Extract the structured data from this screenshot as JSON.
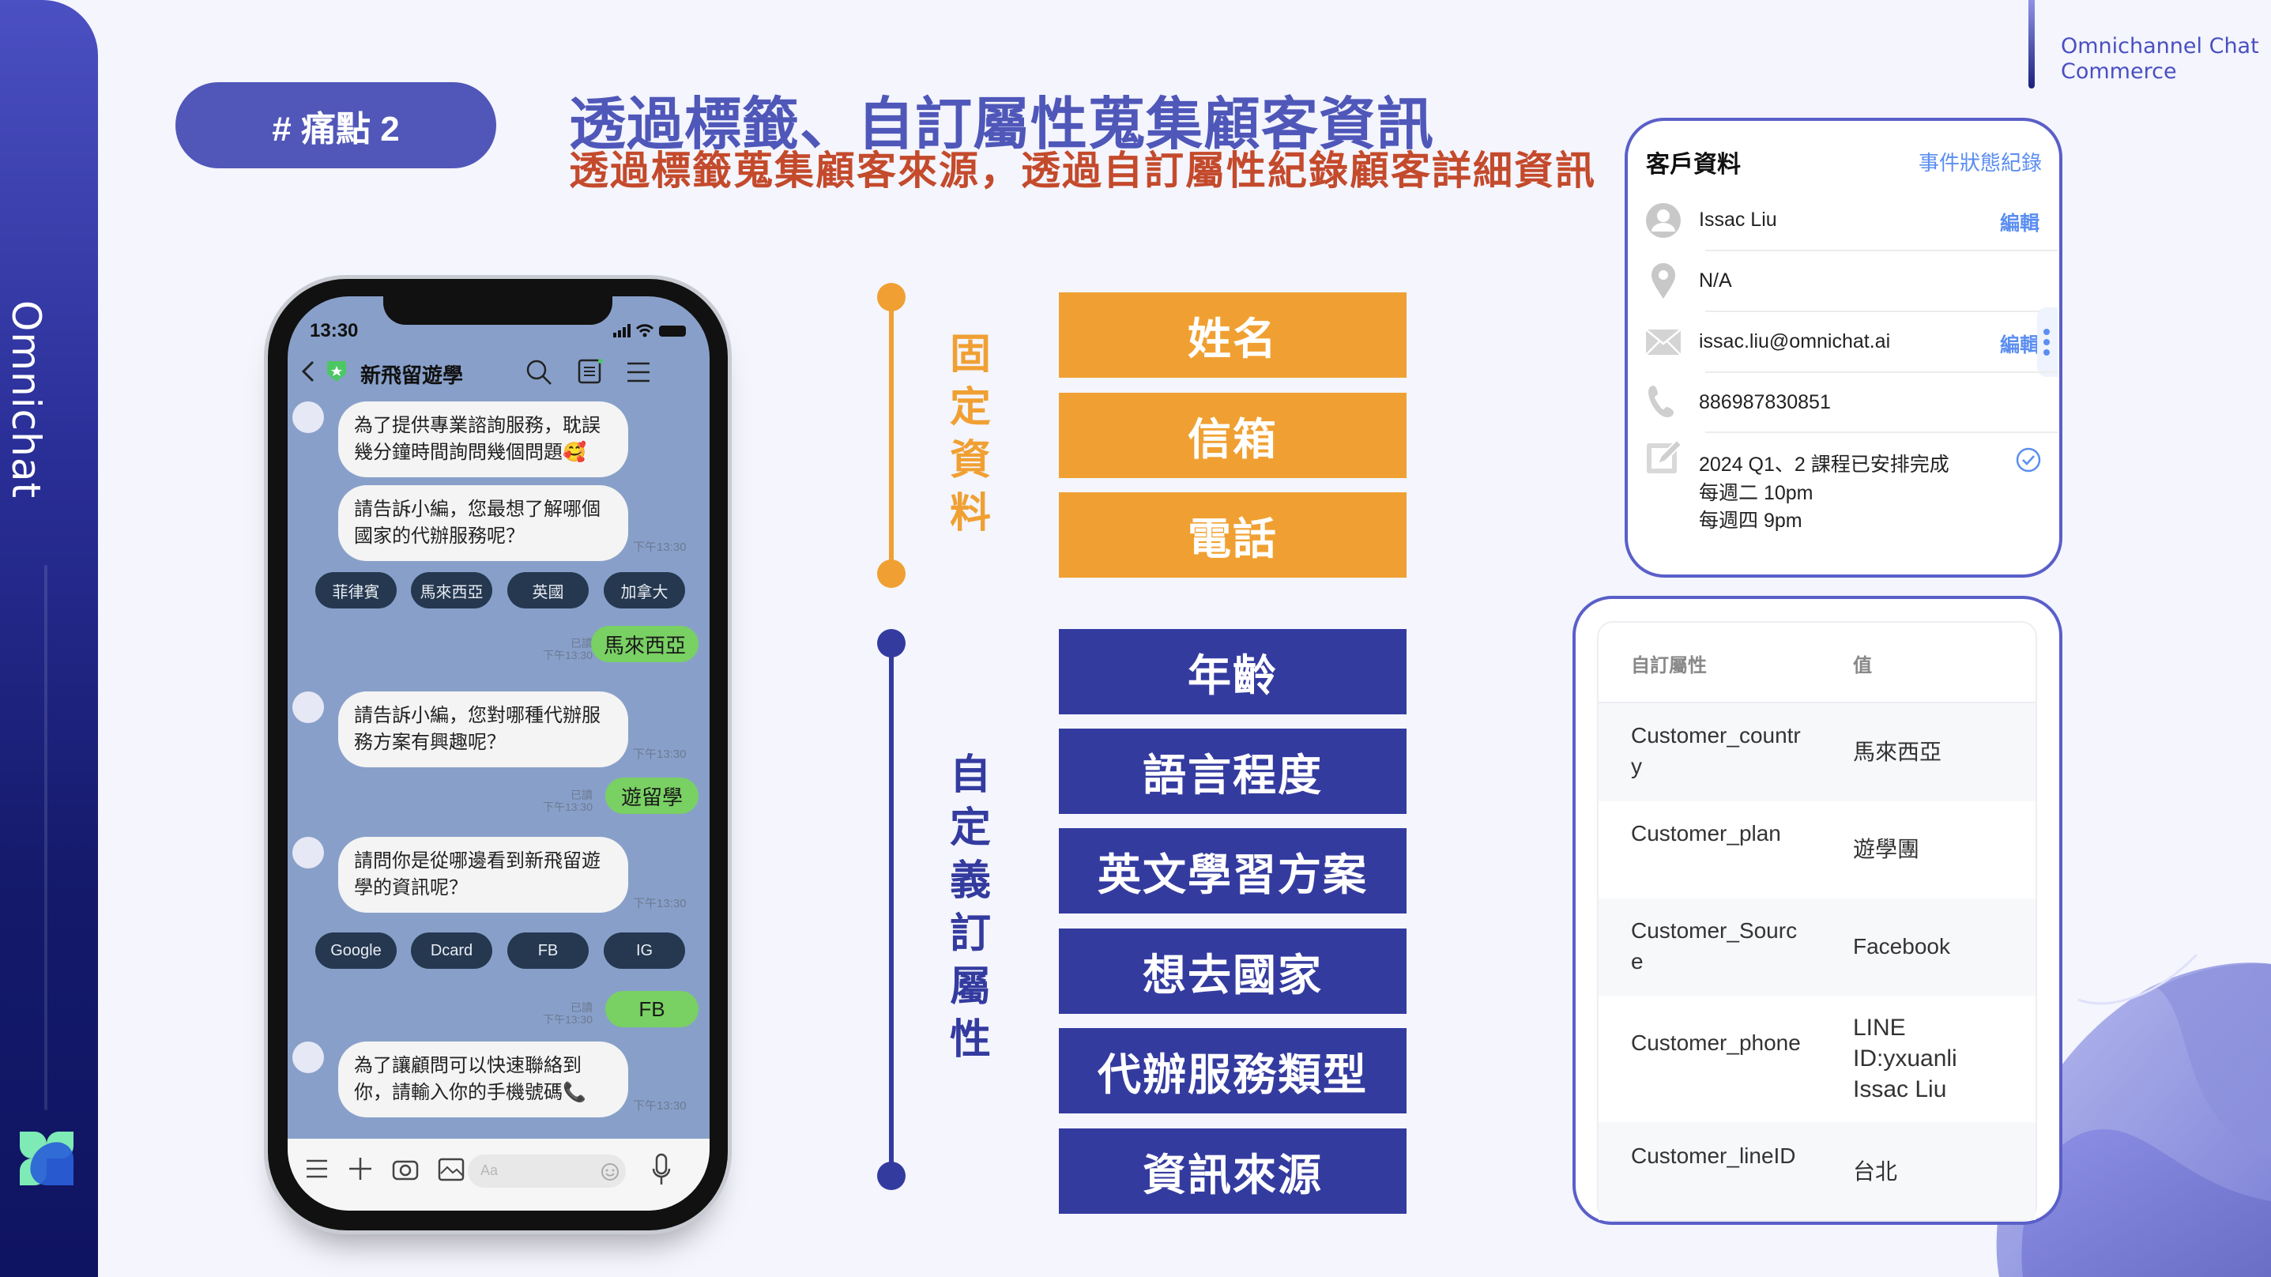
{
  "sidebar": {
    "brand": "Omnichat"
  },
  "header": {
    "badge": "# 痛點 2",
    "title": "透過標籤、自訂屬性蒐集顧客資訊",
    "subtitle": "透過標籤蒐集顧客來源，透過自訂屬性紀錄顧客詳細資訊"
  },
  "brand": {
    "line1": "Omnichannel Chat",
    "line2": "Commerce"
  },
  "phone": {
    "status_time": "13:30",
    "chat_title": "新飛留遊學",
    "messages": [
      "為了提供專業諮詢服務，耽誤幾分鐘時間詢問幾個問題🥰",
      "請告訴小編，您最想了解哪個國家的代辦服務呢？",
      "請告訴小編，您對哪種代辦服務方案有興趣呢？",
      "請問你是從哪邊看到新飛留遊學的資訊呢？",
      "為了讓顧問可以快速聯絡到你，請輸入你的手機號碼📞"
    ],
    "timestamp": "下午13:30",
    "read": "已讀",
    "chips_country": [
      "菲律賓",
      "馬來西亞",
      "英國",
      "加拿大"
    ],
    "chips_source": [
      "Google",
      "Dcard",
      "FB",
      "IG"
    ],
    "replies": [
      "馬來西亞",
      "遊留學",
      "FB"
    ],
    "input_placeholder": "Aa"
  },
  "fixed": {
    "label": [
      "固",
      "定",
      "資",
      "料"
    ],
    "items": [
      "姓名",
      "信箱",
      "電話"
    ],
    "color": "#f0a032"
  },
  "custom": {
    "label": [
      "自",
      "定",
      "義",
      "訂",
      "屬",
      "性"
    ],
    "items": [
      "年齡",
      "語言程度",
      "英文學習方案",
      "想去國家",
      "代辦服務類型",
      "資訊來源"
    ],
    "color": "#343b9f"
  },
  "customer_card": {
    "title": "客戶資料",
    "event_link": "事件狀態紀錄",
    "edit": "編輯",
    "name": "Issac Liu",
    "location": "N/A",
    "email": "issac.liu@omnichat.ai",
    "phone": "886987830851",
    "note": [
      "2024 Q1、2 課程已安排完成",
      "每週二 10pm",
      "每週四 9pm"
    ]
  },
  "attributes": {
    "headers": [
      "自訂屬性",
      "值"
    ],
    "rows": [
      {
        "key": "Customer_country",
        "value": "馬來西亞"
      },
      {
        "key": "Customer_plan",
        "value": "遊學團"
      },
      {
        "key": "Customer_Source",
        "value": "Facebook"
      },
      {
        "key": "Customer_phone",
        "value": "LINE ID:yxuanli Issac Liu"
      },
      {
        "key": "Customer_lineID",
        "value": "台北"
      }
    ]
  }
}
